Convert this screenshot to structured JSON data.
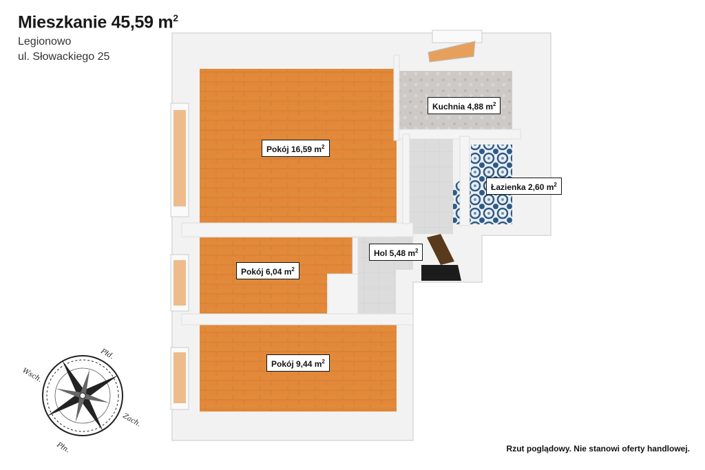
{
  "header": {
    "title": "Mieszkanie 45,59 m",
    "title_sup": "2",
    "city": "Legionowo",
    "address": "ul. Słowackiego 25"
  },
  "rooms": [
    {
      "name": "Pokój 16,59 m",
      "sup": "2"
    },
    {
      "name": "Kuchnia 4,88 m",
      "sup": "2"
    },
    {
      "name": "Łazienka 2,60 m",
      "sup": "2"
    },
    {
      "name": "Hol 5,48 m",
      "sup": "2"
    },
    {
      "name": "Pokój 6,04 m",
      "sup": "2"
    },
    {
      "name": "Pokój 9,44 m",
      "sup": "2"
    }
  ],
  "compass": {
    "north_west": "Płd.",
    "west": "Wsch.",
    "east": "Zach.",
    "south": "Płn."
  },
  "disclaimer": "Rzut poglądowy. Nie stanowi oferty handlowej.",
  "colors": {
    "wood": "#e08a3a",
    "wall": "#f1f1f1",
    "tile_kitchen": "#c9c5c3",
    "tile_bath": "#2f5a86",
    "hall_floor": "#d8d8d8"
  }
}
